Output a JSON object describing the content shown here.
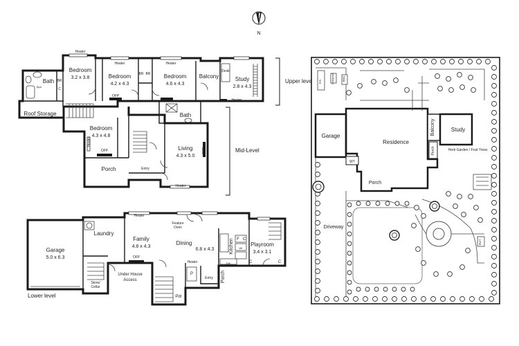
{
  "compass": {
    "north": "N"
  },
  "upper_level": {
    "title": "Upper level",
    "rooms": [
      {
        "name": "Bedroom",
        "dims": "3.2 x 3.8"
      },
      {
        "name": "Bedroom",
        "dims": "4.2 x 4.3"
      },
      {
        "name": "Bedroom",
        "dims": "4.6 x 4.3"
      },
      {
        "name": "Study",
        "dims": "2.8 x 4.3"
      }
    ],
    "bath": "Bath",
    "balcony": "Balcony",
    "desk": "Desk",
    "heater": "Heater",
    "ofp": "OFP",
    "br": "BR",
    "c": "C",
    "spa": "Spa",
    "roof_storage": "Roof Storage"
  },
  "mid_level": {
    "title": "Mid-Level",
    "bedroom": {
      "name": "Bedroom",
      "dims": "4.3 x 4.8"
    },
    "living": {
      "name": "Living",
      "dims": "4.3 x 5.0"
    },
    "bath": "Bath",
    "porch": "Porch",
    "entry": "Entry",
    "heater": "Heater",
    "ofp": "OFP"
  },
  "lower_level": {
    "title": "Lower level",
    "garage": {
      "name": "Garage",
      "dims": "5.0 x 6.3"
    },
    "laundry": "Laundry",
    "family": {
      "name": "Family",
      "dims": "4.8 x 4.3"
    },
    "dining": {
      "name": "Dining",
      "dims": "6.8 x 4.3"
    },
    "playroom": {
      "name": "Playroom",
      "dims": "3.4 x 3.1"
    },
    "kitchen": "Kitchen",
    "porch": "Porch",
    "entry": "Entry",
    "pdr": "Pdr",
    "store": "Store/",
    "cellar": "Cellar",
    "under_house_1": "Under House",
    "under_house_2": "Access",
    "feature_oven_1": "Feature",
    "feature_oven_2": "Oven",
    "heater": "Heater",
    "ofp": "OFP",
    "c": "C",
    "f": "F",
    "p": "P",
    "dw": "DW",
    "wi": "WI"
  },
  "site_plan": {
    "garage": "Garage",
    "residence": "Residence",
    "balcony": "Balcony",
    "study": "Study",
    "herb_garden": "Herb Garden / Fruit Trees",
    "porch_small": "Porch",
    "wt": "WT",
    "porch": "Porch",
    "driveway": "Driveway",
    "bbq": "BBQ",
    "compost": "Compost",
    "ps": "P/S",
    "rwt": "RWT"
  }
}
